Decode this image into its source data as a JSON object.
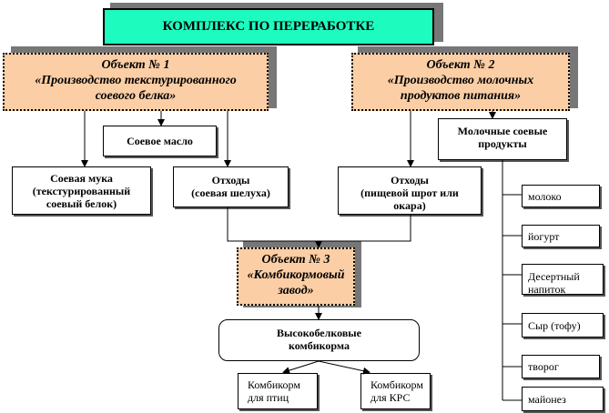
{
  "title": "КОМПЛЕКС ПО ПЕРЕРАБОТКЕ",
  "object1": {
    "line1": "Объект № 1",
    "line2": "«Производство   текстурированного",
    "line3": "соевого белка»"
  },
  "object2": {
    "line1": "Объект № 2",
    "line2": "«Производство молочных",
    "line3": "продуктов питания»"
  },
  "object3": {
    "line1": "Объект № 3",
    "line2": "«Комбикормовый",
    "line3": "завод»"
  },
  "soy_oil": "Соевое масло",
  "soy_flour": {
    "line1": "Соевая мука",
    "line2": "(текстурированный",
    "line3": "соевый белок)"
  },
  "waste1": {
    "line1": "Отходы",
    "line2": "(соевая шелуха)"
  },
  "waste2": {
    "line1": "Отходы",
    "line2": "(пищевой шрот или",
    "line3": "окара)"
  },
  "dairy_soy": {
    "line1": "Молочные соевые",
    "line2": "продукты"
  },
  "products": [
    "молоко",
    "йогурт",
    "Десертный напиток",
    "Сыр (тофу)",
    "творог",
    "майонез"
  ],
  "feed": {
    "line1": "Высокобелковые",
    "line2": "комбикорма"
  },
  "feed_birds": {
    "line1": "Комбикорм",
    "line2": "для птиц"
  },
  "feed_cattle": {
    "line1": "Комбикорм",
    "line2": "для КРС"
  }
}
